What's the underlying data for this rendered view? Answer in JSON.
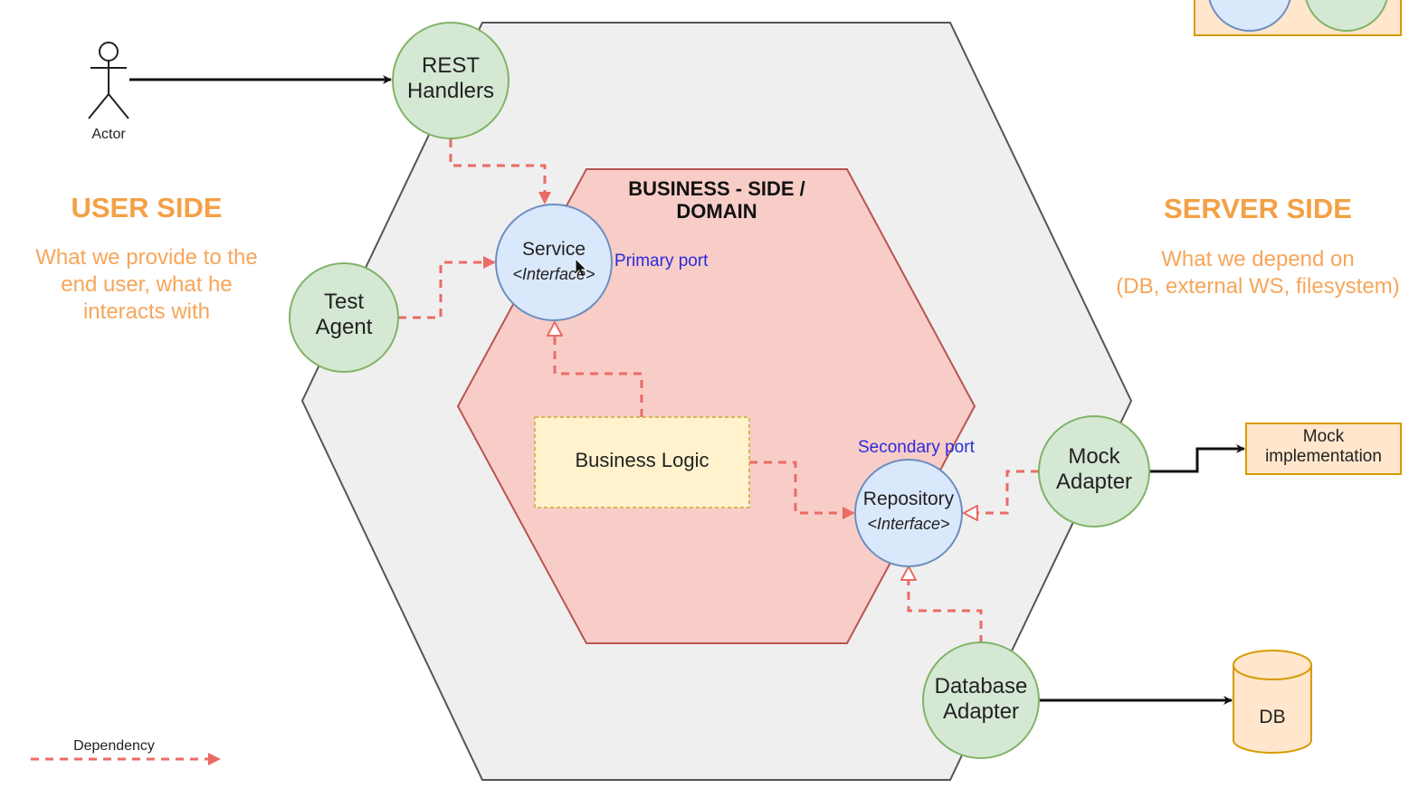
{
  "colors": {
    "outer_hex_fill": "#efefef",
    "outer_hex_stroke": "#555555",
    "domain_fill": "#f8cdc8",
    "domain_stroke": "#b85450",
    "adapter_fill": "#d5e8d4",
    "adapter_stroke": "#82b366",
    "port_fill": "#dae8fc",
    "port_stroke": "#6c8ebf",
    "business_logic_fill": "#fff2cc",
    "business_logic_stroke": "#d6b656",
    "mock_fill": "#ffe6cc",
    "mock_stroke": "#d79b00",
    "dependency_arrow": "#ea6b66",
    "accent_text": "#f4a046",
    "port_text": "#2b2bdc"
  },
  "actor": {
    "label": "Actor",
    "icon": "stick-figure-icon"
  },
  "user_side": {
    "title": "USER SIDE",
    "description": "What we provide to the\nend user, what he\ninteracts with"
  },
  "server_side": {
    "title": "SERVER SIDE",
    "description": "What we depend on\n(DB, external WS, filesystem)"
  },
  "domain": {
    "title": "BUSINESS - SIDE /\nDOMAIN"
  },
  "adapters": {
    "rest_handlers": "REST\nHandlers",
    "test_agent": "Test\nAgent",
    "mock_adapter": "Mock\nAdapter",
    "database_adapter": "Database\nAdapter"
  },
  "ports": {
    "service": {
      "name": "Service",
      "kind": "<Interface>",
      "label": "Primary port"
    },
    "repository": {
      "name": "Repository",
      "kind": "<Interface>",
      "label": "Secondary port"
    }
  },
  "business_logic": "Business Logic",
  "mock_implementation": "Mock\nimplementation",
  "database": "DB",
  "legend": {
    "dependency": "Dependency"
  }
}
